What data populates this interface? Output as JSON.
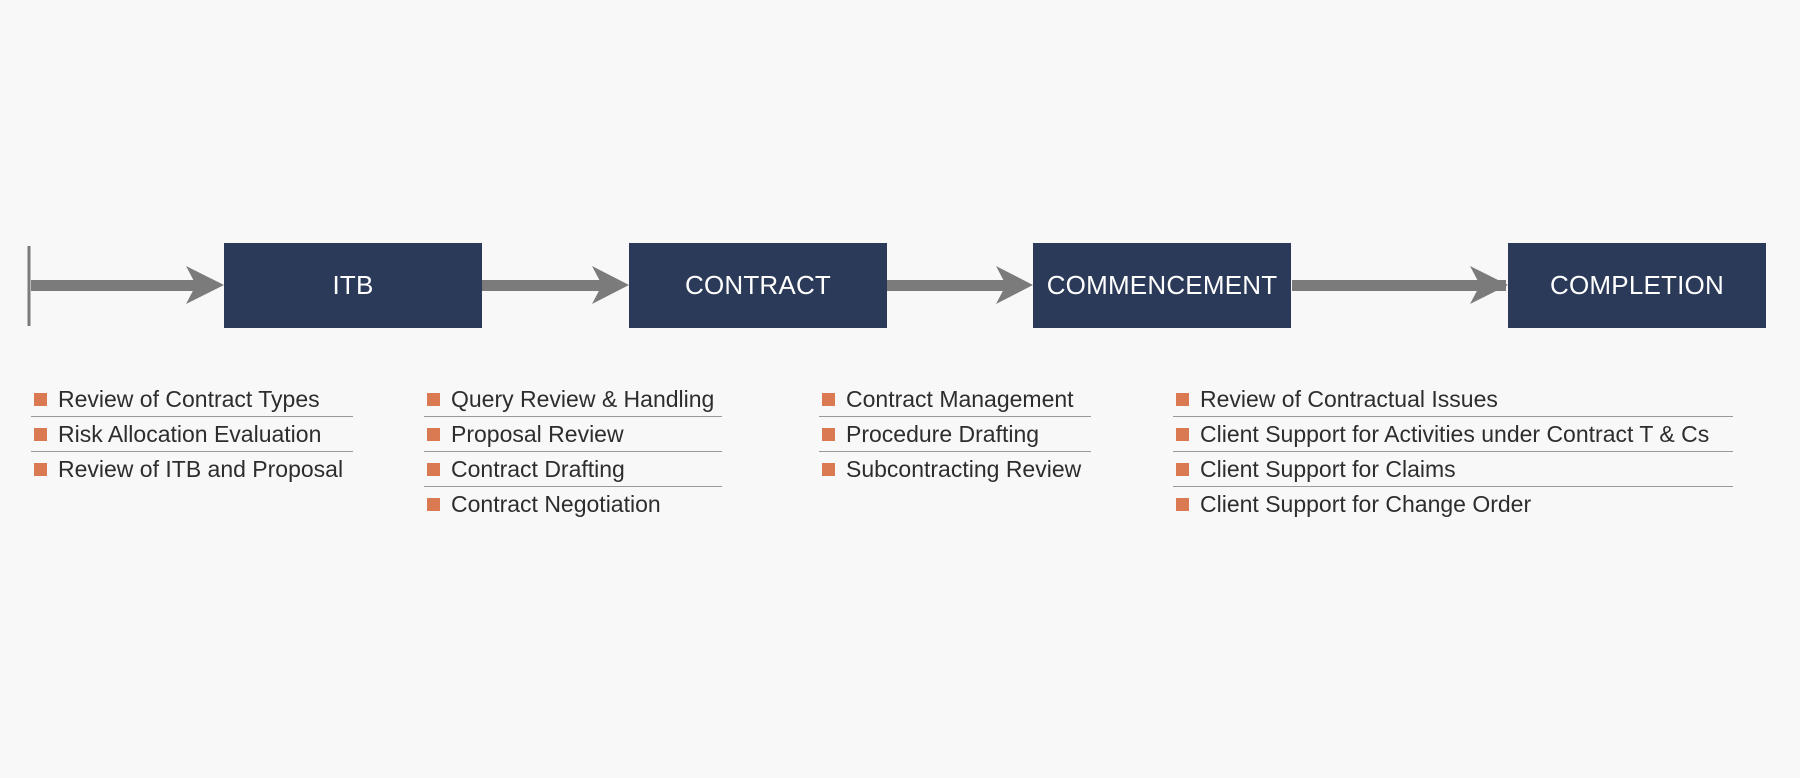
{
  "colors": {
    "background": "#f8f8f8",
    "stage_fill": "#2b3a59",
    "stage_text": "#ffffff",
    "arrow": "#7b7b7b",
    "bullet": "#d97a52",
    "divider": "#9a9a9a",
    "task_text": "#2d2d2d"
  },
  "stages": [
    {
      "label": "ITB",
      "tasks": [
        "Review of Contract Types",
        "Risk Allocation Evaluation",
        "Review of ITB and Proposal"
      ]
    },
    {
      "label": "CONTRACT",
      "tasks": [
        "Query Review & Handling",
        "Proposal Review",
        "Contract Drafting",
        "Contract Negotiation"
      ]
    },
    {
      "label": "COMMENCEMENT",
      "tasks": [
        "Contract Management",
        "Procedure Drafting",
        "Subcontracting Review"
      ]
    },
    {
      "label": "COMPLETION",
      "tasks": [
        "Review of Contractual Issues",
        "Client Support for Activities under Contract T & Cs",
        "Client Support for Claims",
        "Client Support for Change Order"
      ]
    }
  ]
}
